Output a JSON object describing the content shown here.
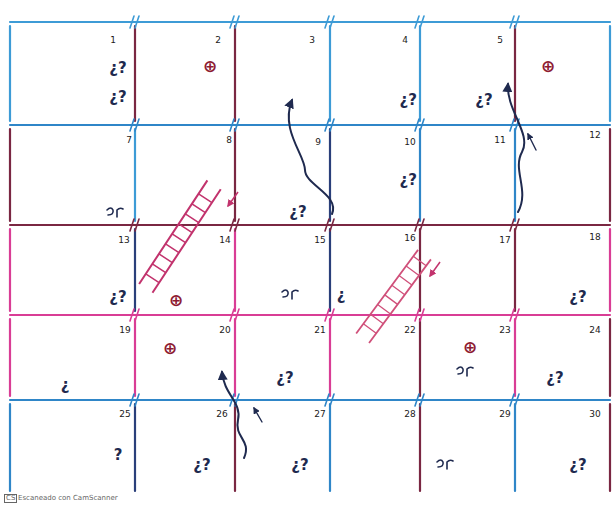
{
  "diagram": {
    "nodes": [
      {
        "text": [
          "1",
          "¿?",
          "¿?"
        ]
      },
      {
        "text": [
          "2",
          "⊕"
        ]
      },
      {
        "text": [
          "3"
        ]
      },
      {
        "text": [
          "4",
          "¿?"
        ]
      },
      {
        "text": [
          "5",
          "¿?"
        ]
      },
      {
        "text": [
          "⊕"
        ]
      },
      {
        "text": [
          "7"
        ]
      },
      {
        "text": [
          "8"
        ]
      },
      {
        "text": [
          "9",
          "¿?"
        ]
      },
      {
        "text": [
          "10",
          "¿?"
        ]
      },
      {
        "text": [
          "11"
        ]
      },
      {
        "text": [
          "12"
        ]
      },
      {
        "text": [
          "13",
          "¿?"
        ]
      },
      {
        "text": [
          "14",
          "⊕"
        ]
      },
      {
        "text": [
          "15"
        ]
      },
      {
        "text": [
          "16",
          "¿"
        ]
      },
      {
        "text": [
          "17"
        ]
      },
      {
        "text": [
          "18",
          "¿?"
        ]
      },
      {
        "text": [
          "19",
          "¿"
        ]
      },
      {
        "text": [
          "20",
          "⊕"
        ]
      },
      {
        "text": [
          "21",
          "¿?"
        ]
      },
      {
        "text": [
          "22"
        ]
      },
      {
        "text": [
          "23",
          "⊕"
        ]
      },
      {
        "text": [
          "24",
          "¿?"
        ]
      },
      {
        "text": [
          "25",
          "?"
        ]
      },
      {
        "text": [
          "26",
          "¿?"
        ]
      },
      {
        "text": [
          "27",
          "¿?"
        ]
      },
      {
        "text": [
          "28"
        ]
      },
      {
        "text": [
          "29"
        ]
      },
      {
        "text": [
          "30",
          "¿?"
        ]
      }
    ],
    "labels": [
      "CS",
      "Escaneado con CamScanner"
    ]
  }
}
